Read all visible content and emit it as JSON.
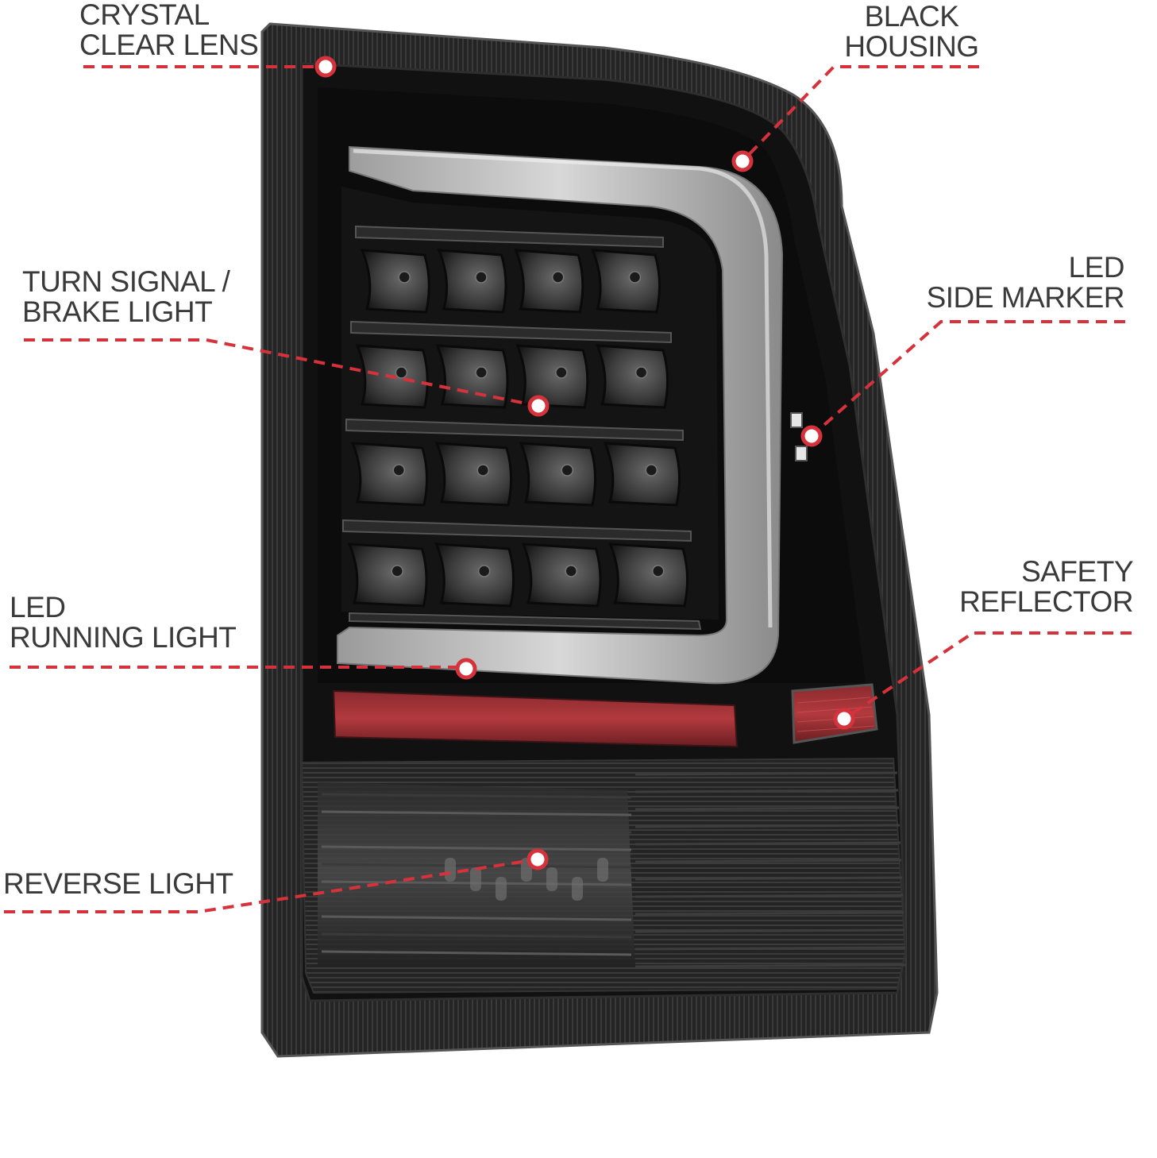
{
  "callouts": {
    "crystal_clear_lens": {
      "line1": "CRYSTAL",
      "line2": "CLEAR LENS"
    },
    "black_housing": {
      "line1": "BLACK",
      "line2": "HOUSING"
    },
    "turn_signal_brake": {
      "line1": "TURN SIGNAL /",
      "line2": "BRAKE LIGHT"
    },
    "led_side_marker": {
      "line1": "LED",
      "line2": "SIDE MARKER"
    },
    "safety_reflector": {
      "line1": "SAFETY",
      "line2": "REFLECTOR"
    },
    "led_running_light": {
      "line1": "LED",
      "line2": "RUNNING LIGHT"
    },
    "reverse_light": {
      "line1": "REVERSE LIGHT"
    }
  },
  "colors": {
    "callout_line": "#d6323c",
    "label_text": "#3a3a3a",
    "housing": "#141414"
  }
}
